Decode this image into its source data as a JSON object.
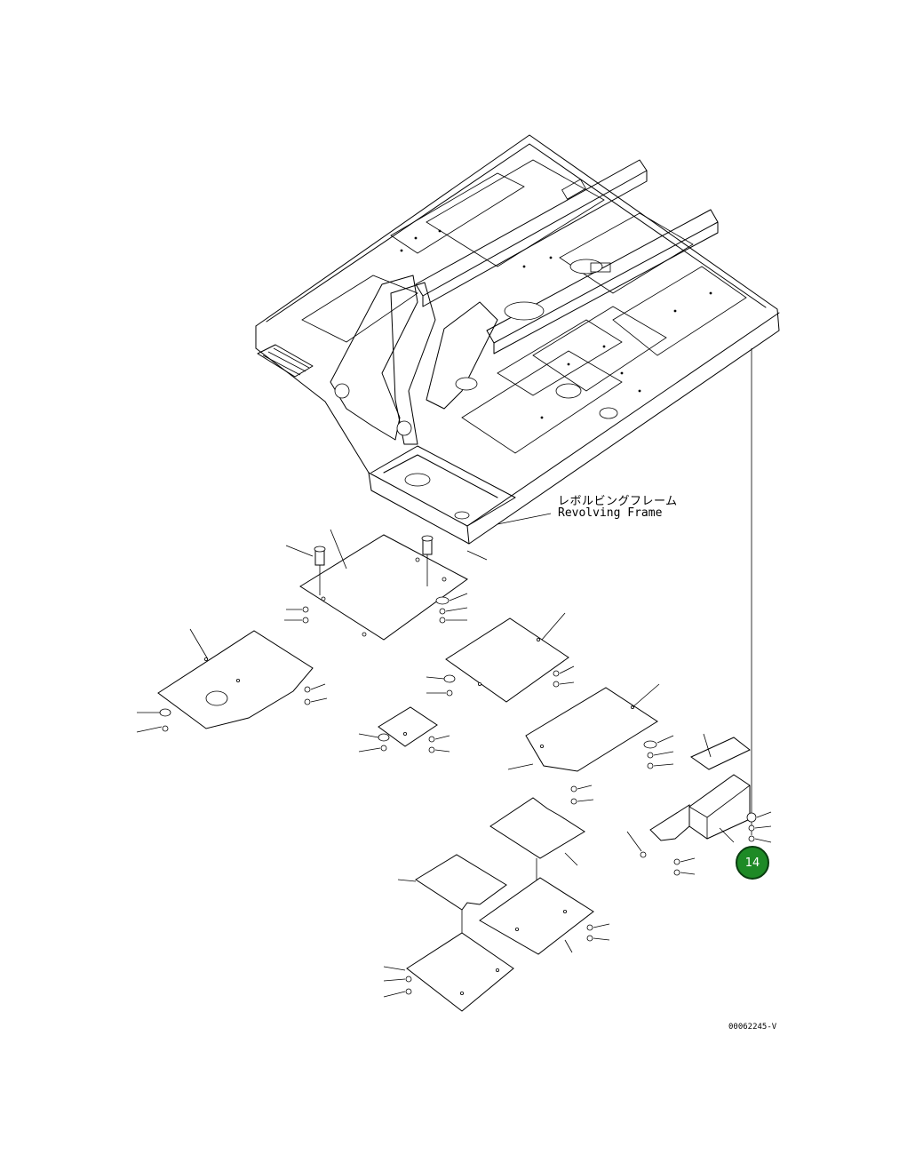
{
  "diagram": {
    "frame_label_jp": "レボルビングフレーム",
    "frame_label_en": "Revolving Frame",
    "drawing_number": "00062245-V",
    "callout": {
      "number": "14",
      "color": "#1e8a26"
    }
  }
}
